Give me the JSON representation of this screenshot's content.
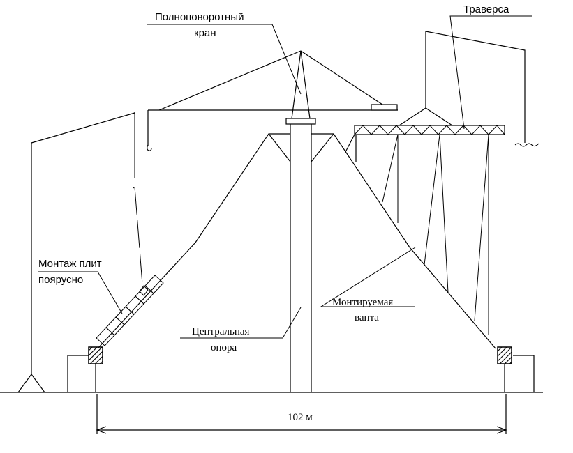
{
  "labels": {
    "crane_line1": "Полноповоротный",
    "crane_line2": "кран",
    "traverse": "Траверса",
    "plates_line1": "Монтаж плит",
    "plates_line2": "поярусно",
    "stay_line1": "Монтируемая",
    "stay_line2": "ванта",
    "support_line1": "Центральная",
    "support_line2": "опора",
    "span": "102 м"
  }
}
